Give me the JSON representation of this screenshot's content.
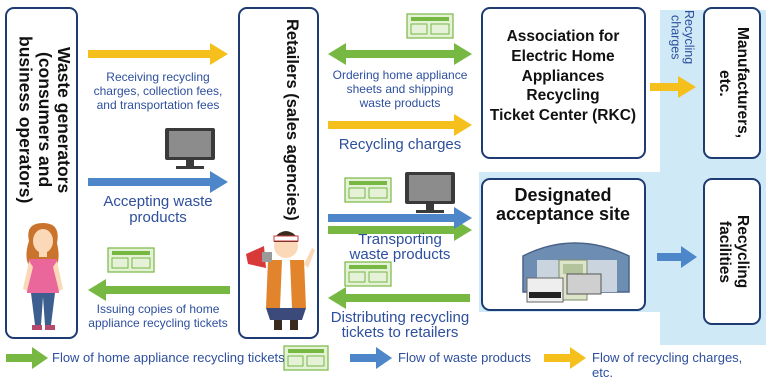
{
  "nodes": {
    "waste_generators": "Waste generators\n(consumers and\nbusiness operators)",
    "retailers": "Retailers (sales agencies)",
    "rkc": "Association for\nElectric Home\nAppliances\nRecycling\nTicket Center (RKC)",
    "manufacturers": "Manufacturers, etc.",
    "acceptance_site": "Designated\nacceptance site",
    "recycling_facilities": "Recycling facilities"
  },
  "labels": {
    "receiving_fees": "Receiving recycling\ncharges, collection fees,\nand transportation fees",
    "accepting_waste": "Accepting waste\nproducts",
    "issuing_copies": "Issuing copies of home\nappliance recycling tickets",
    "ordering_sheets": "Ordering home appliance\nsheets and shipping\nwaste products",
    "recycling_charges": "Recycling charges",
    "transporting_waste": "Transporting\nwaste products",
    "distributing_tickets": "Distributing recycling\ntickets to retailers",
    "recycling_charges_vertical": "Recycling\ncharges"
  },
  "legend": {
    "tickets": "Flow of home appliance recycling tickets",
    "waste": "Flow of waste products",
    "charges": "Flow of recycling charges, etc."
  },
  "colors": {
    "green": "#77b843",
    "blue": "#4d86c9",
    "yellow": "#f5c01c",
    "border": "#1f3b73",
    "label": "#2d4f9e",
    "light_blue": "#cfe9f7"
  },
  "icons": [
    "recycling-ticket-icon",
    "computer-monitor-icon",
    "person-icon",
    "salesperson-icon",
    "warehouse-icon",
    "appliances-icon"
  ]
}
